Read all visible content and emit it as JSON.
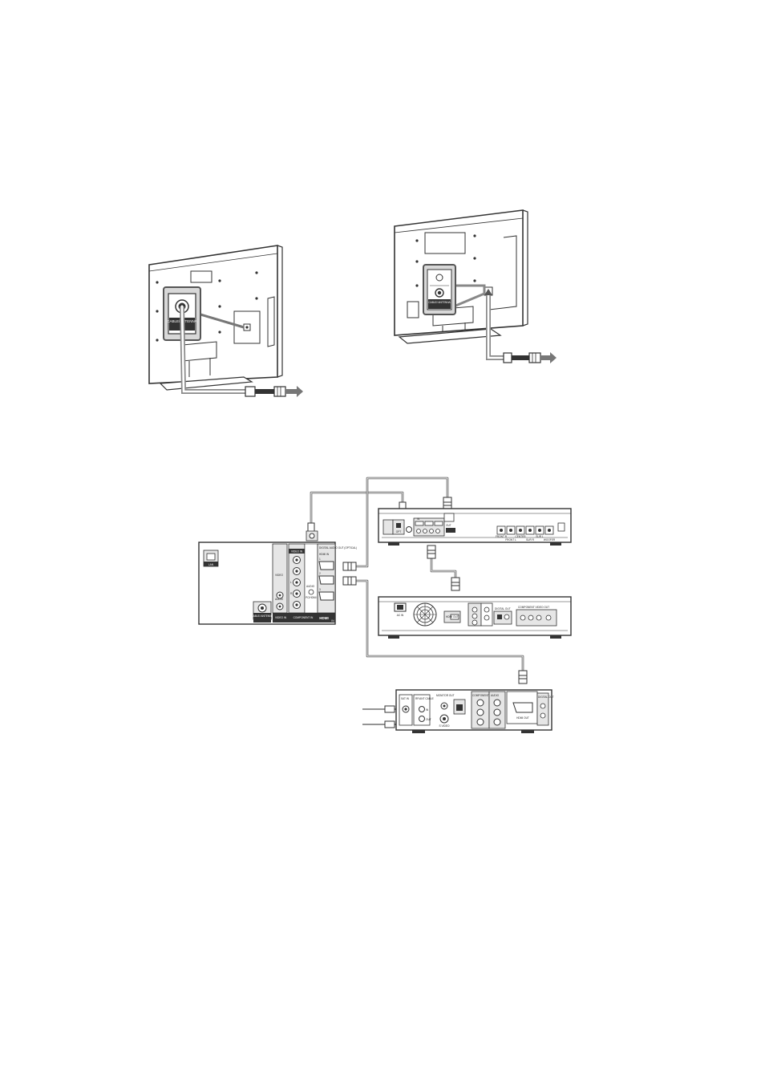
{
  "colors": {
    "line": "#333333",
    "cable": "#555555",
    "panel": "#e6e6e6",
    "panel_dark": "#bdbdbd",
    "arrow": "#777777"
  },
  "tv_left": {
    "connector_label": "CABLE/ANTENNA"
  },
  "tv_right": {
    "connector_label": "CABLE/ ANTENNA"
  },
  "tv_jack_panel": {
    "lan": "LAN",
    "video_in": "VIDEO IN",
    "video": "VIDEO",
    "audio": "AUDIO",
    "audio_l": "L",
    "audio_r": "R",
    "digital_audio_out": "DIGITAL AUDIO OUT (OPTICAL)",
    "hdmi_in": "HDMI IN",
    "hdmi_1": "1",
    "hdmi_2": "2",
    "hdmi_3": "3",
    "audio_hdmi": "AUDIO",
    "pc_hdmi": "PC/HDMI 2 AUDIO IN",
    "cable_antenna": "CABLE/ ANTENNA",
    "video_in_bottom": "VIDEO IN",
    "component_in": "COMPONENT IN",
    "hdmi_logo": "HDMI",
    "hdmi_logo_sub": "IN"
  },
  "receiver": {
    "in": "IN",
    "out": "OUT",
    "optical": "OPT",
    "speakers": [
      "FRONT R",
      "FRONT L",
      "CENTER",
      "SUR R",
      "SUR L",
      "WOOFER"
    ]
  },
  "bluray": {
    "ac_in": "AC IN",
    "hdmi_out": "HDMI OUT",
    "digital_out": "DIGITAL OUT",
    "component_out": "COMPONENT VIDEO OUT"
  },
  "cable_box": {
    "sat_in": "SAT IN",
    "rf_ant": "RF/ANT CABLE",
    "in": "IN",
    "out": "OUT",
    "monitor_out": "MONITOR OUT",
    "s_video": "S VIDEO",
    "component_video_out": "COMPONENT VIDEO OUT",
    "audio": "AUDIO",
    "digital_out": "DIGITAL OUT",
    "hdmi_out": "HDMI OUT"
  }
}
